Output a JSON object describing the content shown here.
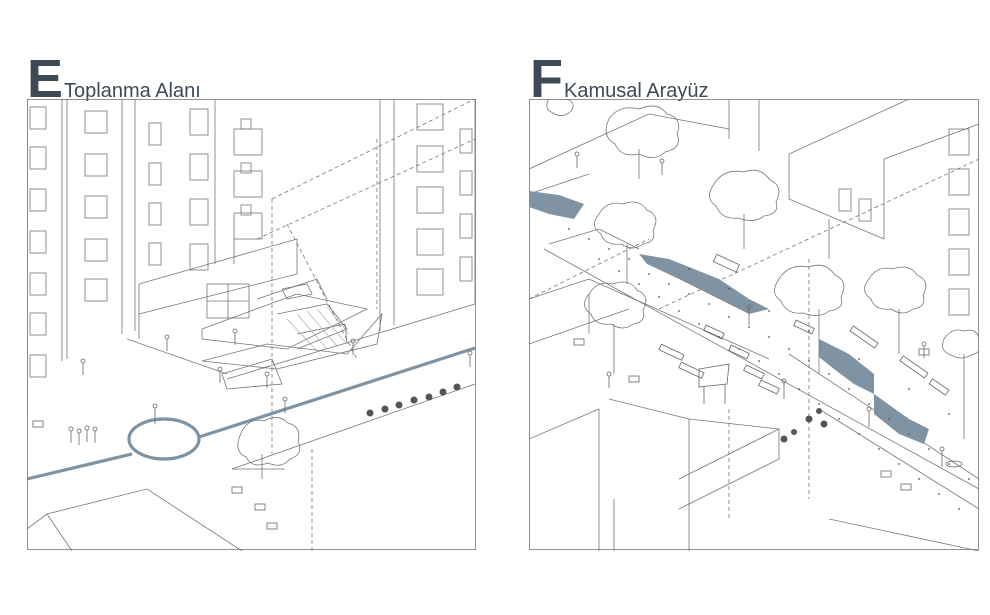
{
  "panels": [
    {
      "letter": "E",
      "title": "Toplanma Alanı"
    },
    {
      "letter": "F",
      "title": "Kamusal Arayüz"
    }
  ],
  "colors": {
    "accent": "#7f93a3",
    "accent_dark": "#5d7283",
    "line": "#6f6f6f",
    "heading": "#3d4a56"
  }
}
